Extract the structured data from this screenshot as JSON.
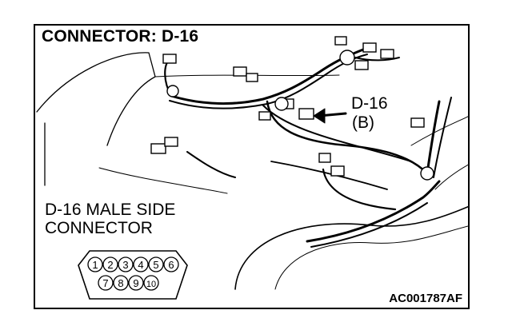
{
  "title": "CONNECTOR: D-16",
  "callout": {
    "line1": "D-16",
    "line2": "(B)"
  },
  "male_side": {
    "line1": "D-16 MALE SIDE",
    "line2": "CONNECTOR"
  },
  "pins": {
    "top_row": [
      "1",
      "2",
      "3",
      "4",
      "5",
      "6"
    ],
    "bottom_row": [
      "7",
      "8",
      "9",
      "10"
    ]
  },
  "figure_code": "AC001787AF",
  "colors": {
    "ink": "#000000",
    "paper": "#ffffff"
  }
}
